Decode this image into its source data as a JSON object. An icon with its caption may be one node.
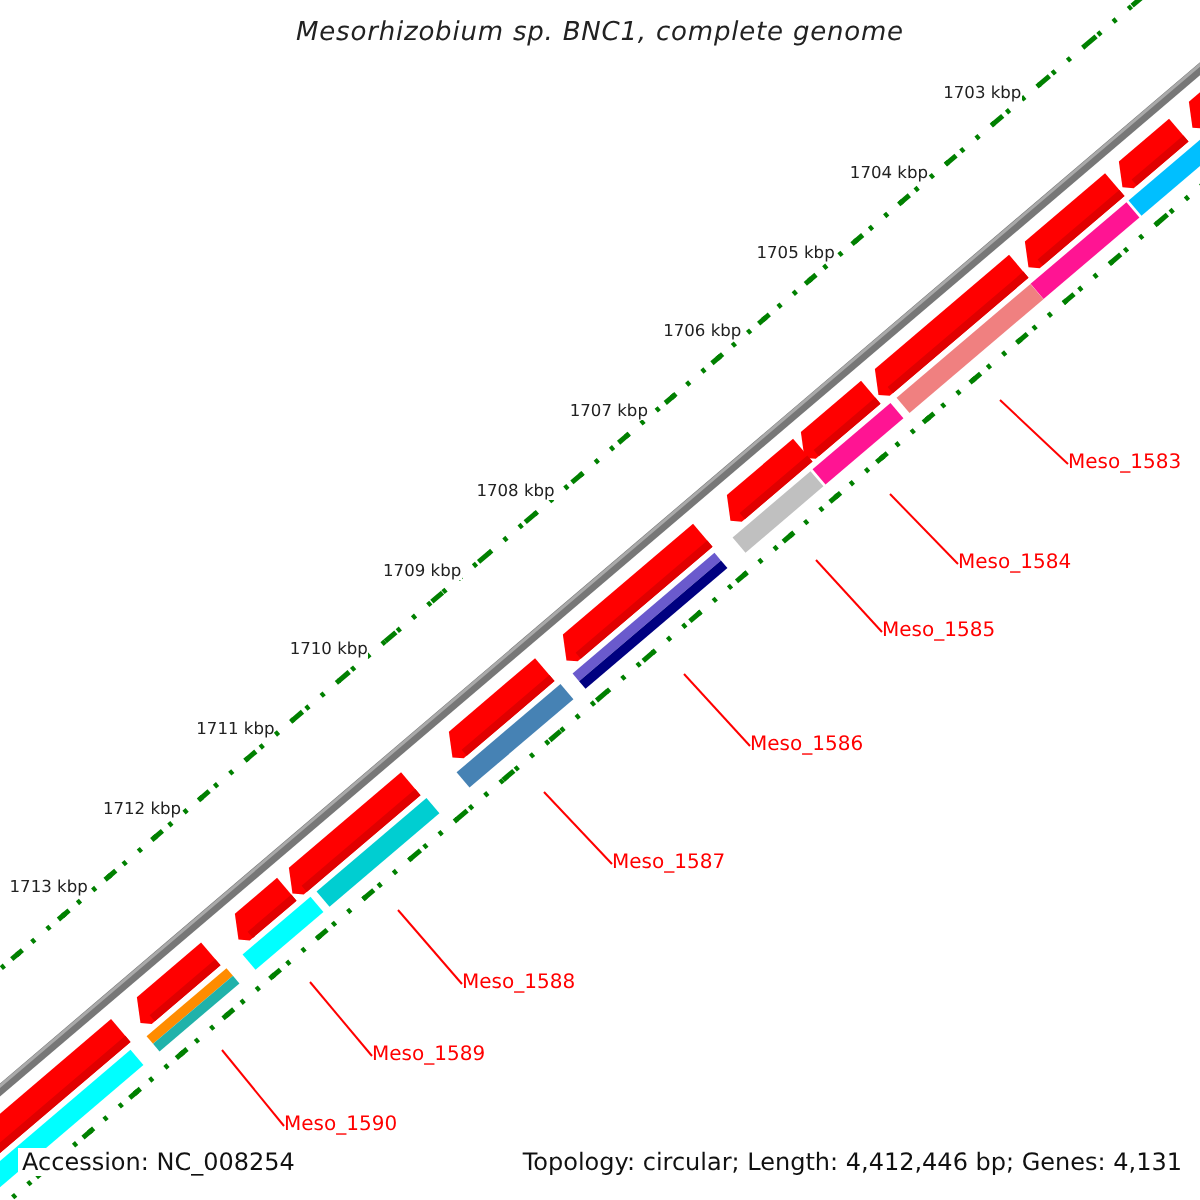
{
  "diagram": {
    "title": "Mesorhizobium sp. BNC1, complete genome",
    "nodes": [
      {
        "text": [
          "Meso_1583"
        ]
      },
      {
        "text": [
          "Meso_1584"
        ]
      },
      {
        "text": [
          "Meso_1585"
        ]
      },
      {
        "text": [
          "Meso_1586"
        ]
      },
      {
        "text": [
          "Meso_1587"
        ]
      },
      {
        "text": [
          "Meso_1588"
        ]
      },
      {
        "text": [
          "Meso_1589"
        ]
      },
      {
        "text": [
          "Meso_1590"
        ]
      }
    ],
    "edges": [
      {
        "from": 0,
        "to": null,
        "arrow": "none"
      },
      {
        "from": 1,
        "to": null,
        "arrow": "none"
      },
      {
        "from": 2,
        "to": null,
        "arrow": "none"
      },
      {
        "from": 3,
        "to": null,
        "arrow": "none"
      },
      {
        "from": 4,
        "to": null,
        "arrow": "none"
      },
      {
        "from": 5,
        "to": null,
        "arrow": "none"
      },
      {
        "from": 6,
        "to": null,
        "arrow": "none"
      },
      {
        "from": 7,
        "to": null,
        "arrow": "none"
      }
    ],
    "labels": [
      "1703 kbp",
      "1704 kbp",
      "1705 kbp",
      "1706 kbp",
      "1707 kbp",
      "1708 kbp",
      "1709 kbp",
      "1710 kbp",
      "1711 kbp",
      "1712 kbp",
      "1713 kbp",
      "Accession: NC_008254",
      "Topology: circular; Length: 4,412,446 bp; Genes: 4,131"
    ]
  }
}
